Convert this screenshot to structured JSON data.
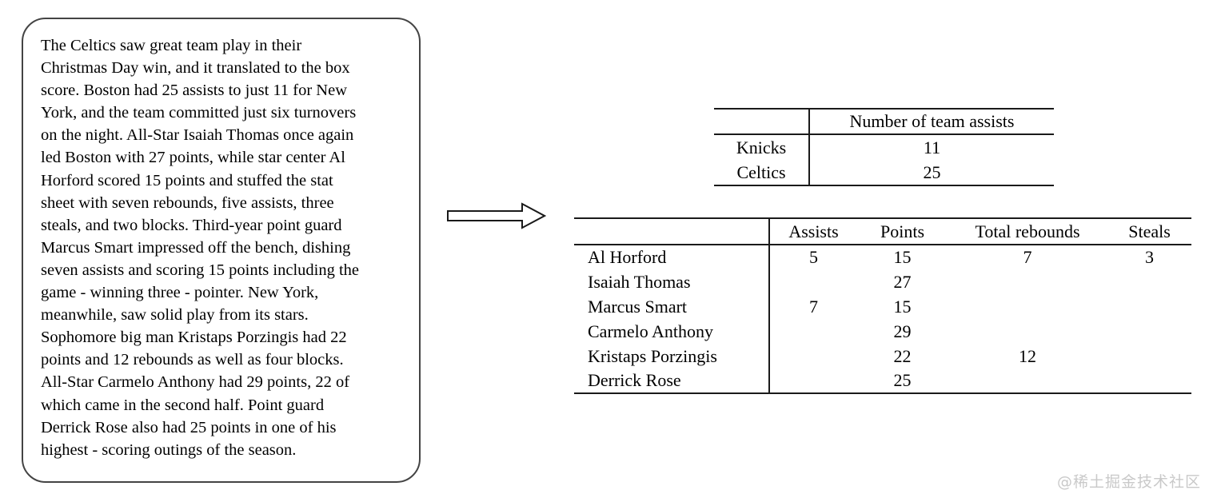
{
  "summary": {
    "text": "The Celtics saw great team play in their\nChristmas Day win, and it translated to the box\nscore. Boston had 25 assists to just 11 for New\nYork, and the team committed just six turnovers\non the night. All-Star Isaiah Thomas once again\nled Boston with 27 points, while star center Al\nHorford scored 15 points and stuffed the stat\nsheet with seven rebounds, five assists, three\nsteals, and two blocks. Third-year point guard\nMarcus Smart impressed off the bench, dishing\nseven assists and scoring 15 points including the\ngame - winning three - pointer. New York,\nmeanwhile, saw solid play from its stars.\nSophomore big man Kristaps Porzingis had 22\npoints and 12 rebounds as well as four blocks.\nAll-Star Carmelo Anthony had 29 points, 22 of\nwhich came in the second half. Point guard\nDerrick Rose also had 25 points in one of his\nhighest - scoring outings of the season."
  },
  "arrow": {
    "icon": "right-arrow"
  },
  "chart_data": [
    {
      "type": "table",
      "title": "",
      "header": [
        "",
        "Number of team assists"
      ],
      "rows": [
        [
          "Knicks",
          "11"
        ],
        [
          "Celtics",
          "25"
        ]
      ]
    },
    {
      "type": "table",
      "title": "",
      "header": [
        "",
        "Assists",
        "Points",
        "Total rebounds",
        "Steals"
      ],
      "rows": [
        [
          "Al Horford",
          "5",
          "15",
          "7",
          "3"
        ],
        [
          "Isaiah Thomas",
          "",
          "27",
          "",
          ""
        ],
        [
          "Marcus Smart",
          "7",
          "15",
          "",
          ""
        ],
        [
          "Carmelo Anthony",
          "",
          "29",
          "",
          ""
        ],
        [
          "Kristaps Porzingis",
          "",
          "22",
          "12",
          ""
        ],
        [
          "Derrick Rose",
          "",
          "25",
          "",
          ""
        ]
      ]
    }
  ],
  "watermark": {
    "text": "@稀土掘金技术社区"
  },
  "colors": {
    "background": "#ffffff",
    "text": "#000000",
    "box_border": "#444444",
    "table_rule": "#1a1a1a",
    "watermark": "#c9c9c9"
  }
}
